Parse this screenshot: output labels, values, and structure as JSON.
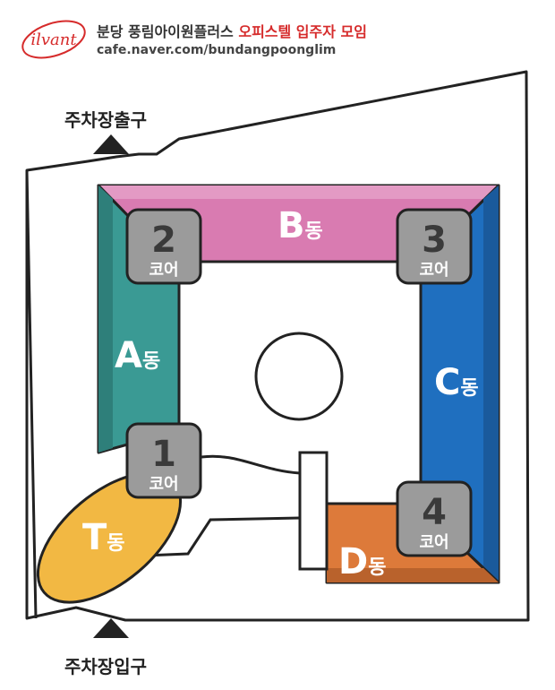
{
  "header": {
    "logo_text": "ilvant",
    "title_part1": "분당 풍림아이원플러스",
    "title_part2": "오피스텔 입주자 모임",
    "url": "cafe.naver.com/bundangpoonglim"
  },
  "labels": {
    "parking_exit": "주차장출구",
    "parking_entrance": "주차장입구"
  },
  "buildings": [
    {
      "id": "A",
      "letter": "A",
      "suffix": "동",
      "color": "#3a9a94"
    },
    {
      "id": "B",
      "letter": "B",
      "suffix": "동",
      "color": "#d97bb1"
    },
    {
      "id": "C",
      "letter": "C",
      "suffix": "동",
      "color": "#1f6fbf"
    },
    {
      "id": "D",
      "letter": "D",
      "suffix": "동",
      "color": "#dd7a3a"
    },
    {
      "id": "T",
      "letter": "T",
      "suffix": "동",
      "color": "#f2b843"
    }
  ],
  "cores": [
    {
      "number": "1",
      "label": "코어"
    },
    {
      "number": "2",
      "label": "코어"
    },
    {
      "number": "3",
      "label": "코어"
    },
    {
      "number": "4",
      "label": "코어"
    }
  ]
}
